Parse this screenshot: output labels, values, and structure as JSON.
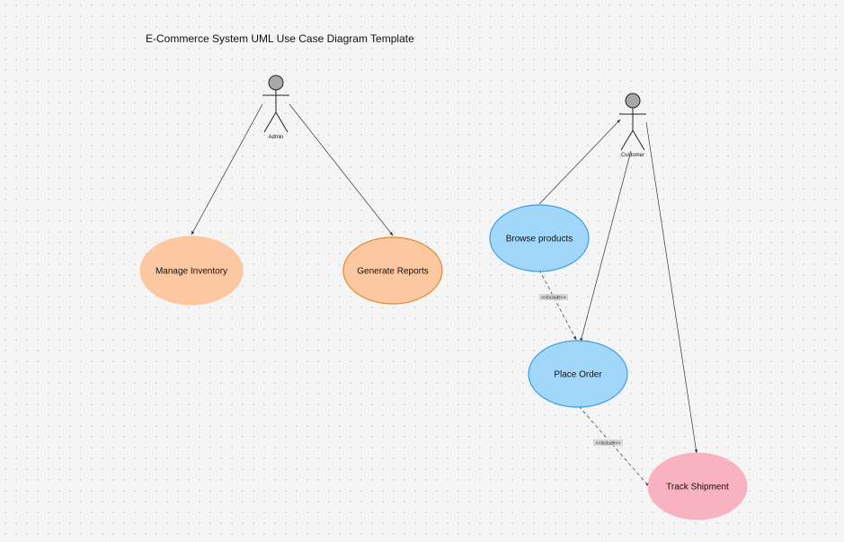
{
  "title": "E-Commerce System UML Use Case Diagram Template",
  "actors": {
    "admin": "Admin",
    "customer": "Customer"
  },
  "use_cases": {
    "manage_inventory": "Manage Inventory",
    "generate_reports": "Generate Reports",
    "browse_products": "Browse products",
    "place_order": "Place Order",
    "track_shipment": "Track Shipment"
  },
  "relations": {
    "include_label": "<<include>>"
  },
  "colors": {
    "background": "#f5f5f5",
    "actor_head": "#a8a8a8",
    "manage_inventory_fill": "#fbc8a2",
    "generate_reports_fill": "#fbc8a2",
    "generate_reports_stroke": "#e8862e",
    "browse_products_fill": "#a3d7fa",
    "browse_products_stroke": "#3a9ee4",
    "place_order_fill": "#a3d7fa",
    "place_order_stroke": "#3a9ee4",
    "track_shipment_fill": "#f9b2c0"
  }
}
